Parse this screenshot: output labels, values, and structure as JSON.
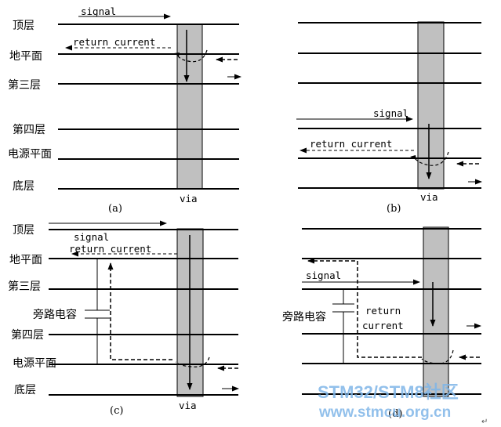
{
  "layers": [
    "顶层",
    "地平面",
    "第三层",
    "第四层",
    "电源平面",
    "底层"
  ],
  "labels": {
    "signal": "signal",
    "return_current": "return current",
    "return": "return",
    "current": "current",
    "via": "via",
    "bypass_cap": "旁路电容"
  },
  "captions": [
    "(a)",
    "(b)",
    "(c)",
    "(d)"
  ],
  "watermark": {
    "line1": "STM32/STM8社区",
    "line2": "www.stmcu.org.cn"
  },
  "colors": {
    "via_fill": "#c0c0c0",
    "line": "#000000",
    "watermark": "#7fb6e8"
  }
}
